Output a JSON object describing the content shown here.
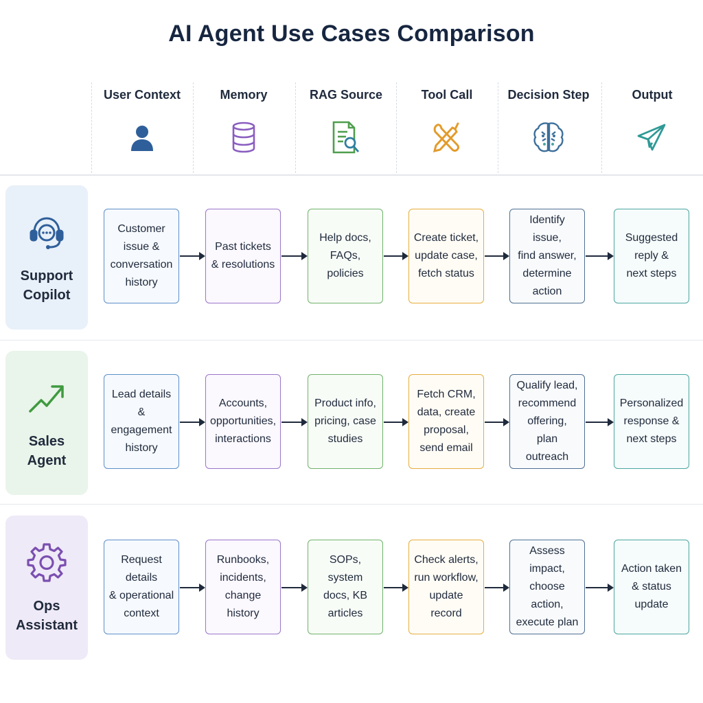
{
  "title": "AI Agent Use Cases Comparison",
  "columns": [
    {
      "label": "User Context",
      "icon": "user-icon"
    },
    {
      "label": "Memory",
      "icon": "database-icon"
    },
    {
      "label": "RAG Source",
      "icon": "document-search-icon"
    },
    {
      "label": "Tool Call",
      "icon": "tools-icon"
    },
    {
      "label": "Decision Step",
      "icon": "brain-icon"
    },
    {
      "label": "Output",
      "icon": "paper-plane-icon"
    }
  ],
  "rows": [
    {
      "label": "Support\nCopilot",
      "icon": "headset-icon",
      "steps": [
        "Customer\nissue &\nconversation\nhistory",
        "Past tickets\n& resolutions",
        "Help docs,\nFAQs,\npolicies",
        "Create ticket,\nupdate case,\nfetch status",
        "Identify issue,\nfind answer,\ndetermine\naction",
        "Suggested\nreply &\nnext steps"
      ]
    },
    {
      "label": "Sales\nAgent",
      "icon": "trend-up-icon",
      "steps": [
        "Lead details &\nengagement\nhistory",
        "Accounts,\nopportunities,\ninteractions",
        "Product info,\npricing, case\nstudies",
        "Fetch CRM,\ndata, create\nproposal,\nsend email",
        "Qualify lead,\nrecommend\noffering,\nplan outreach",
        "Personalized\nresponse &\nnext steps"
      ]
    },
    {
      "label": "Ops\nAssistant",
      "icon": "gear-icon",
      "steps": [
        "Request details\n& operational\ncontext",
        "Runbooks,\nincidents,\nchange history",
        "SOPs, system\ndocs, KB\narticles",
        "Check alerts,\nrun workflow,\nupdate record",
        "Assess impact,\nchoose action,\nexecute plan",
        "Action taken\n& status\nupdate"
      ]
    }
  ],
  "colors": {
    "user_context": "#5d8fc8",
    "memory": "#9a75c9",
    "rag_source": "#6fb26a",
    "tool_call": "#e6ad3f",
    "decision_step": "#4f6f92",
    "output": "#4aa6a0",
    "support_bg": "#e8f0f9",
    "sales_bg": "#e9f4ea",
    "ops_bg": "#efeaf7"
  }
}
